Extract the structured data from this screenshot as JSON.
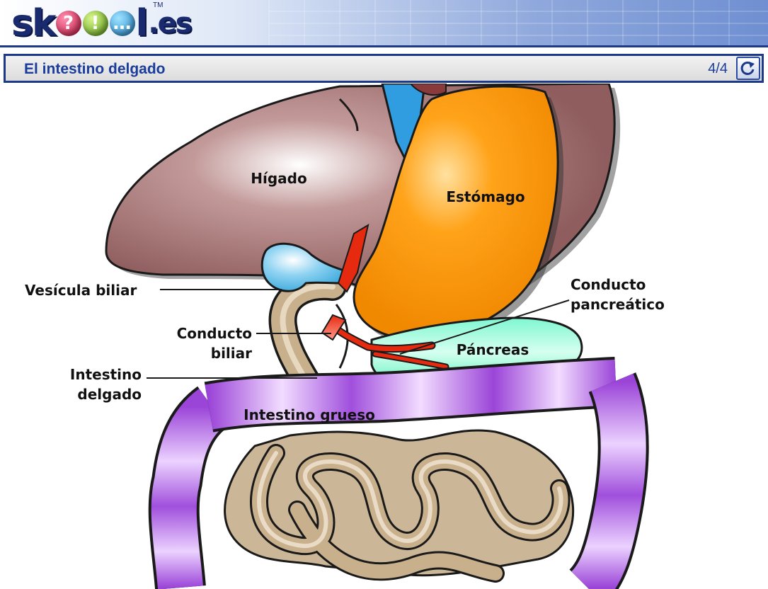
{
  "brand": {
    "part1": "sk",
    "q": "?",
    "ex": "!",
    "dots": "…",
    "part2": "l",
    "tld": ".es",
    "tm": "TM"
  },
  "header": {
    "title": "El intestino delgado",
    "page_indicator": "4/4",
    "reload_icon": "reload-icon"
  },
  "diagram": {
    "labels": {
      "higado": "Hígado",
      "estomago": "Estómago",
      "vesicula": "Vesícula biliar",
      "conducto_biliar_1": "Conducto",
      "conducto_biliar_2": "biliar",
      "intestino_delgado_1": "Intestino",
      "intestino_delgado_2": "delgado",
      "conducto_pancreatico_1": "Conducto",
      "conducto_pancreatico_2": "pancreático",
      "pancreas": "Páncreas",
      "intestino_grueso": "Intestino grueso"
    },
    "colors": {
      "liver": "#9b6464",
      "stomach": "#ff9500",
      "gallbladder": "#5fbde6",
      "duct": "#e62a10",
      "pancreas": "#5ff2bf",
      "large_intestine": "#9b45d8",
      "small_intestine": "#b89a72",
      "vessel": "#2f9de0"
    }
  }
}
